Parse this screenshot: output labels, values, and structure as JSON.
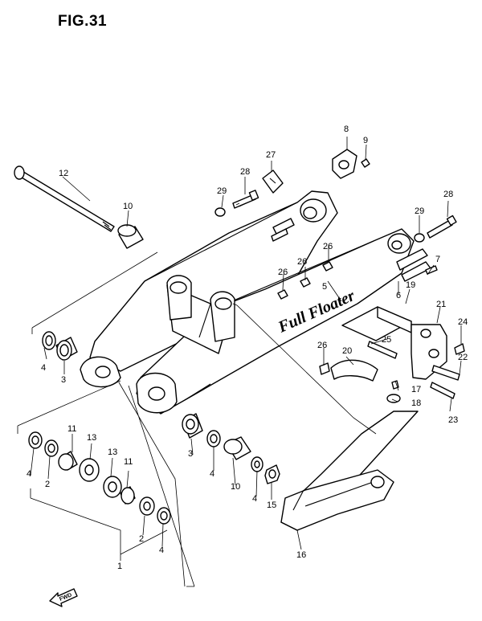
{
  "figure": {
    "title": "FIG.31",
    "fwd_label": "FWD",
    "logo_text": "Full Floater",
    "callouts": [
      {
        "id": "c12",
        "num": "12"
      },
      {
        "id": "c10a",
        "num": "10"
      },
      {
        "id": "c4a",
        "num": "4"
      },
      {
        "id": "c3a",
        "num": "3"
      },
      {
        "id": "c27",
        "num": "27"
      },
      {
        "id": "c28a",
        "num": "28"
      },
      {
        "id": "c29a",
        "num": "29"
      },
      {
        "id": "c8",
        "num": "8"
      },
      {
        "id": "c9",
        "num": "9"
      },
      {
        "id": "c28b",
        "num": "28"
      },
      {
        "id": "c29b",
        "num": "29"
      },
      {
        "id": "c7",
        "num": "7"
      },
      {
        "id": "c26a",
        "num": "26"
      },
      {
        "id": "c26b",
        "num": "26"
      },
      {
        "id": "c26c",
        "num": "26"
      },
      {
        "id": "c5",
        "num": "5"
      },
      {
        "id": "c6",
        "num": "6"
      },
      {
        "id": "c19",
        "num": "19"
      },
      {
        "id": "c21",
        "num": "21"
      },
      {
        "id": "c24",
        "num": "24"
      },
      {
        "id": "c25",
        "num": "25"
      },
      {
        "id": "c26d",
        "num": "26"
      },
      {
        "id": "c20",
        "num": "20"
      },
      {
        "id": "c22",
        "num": "22"
      },
      {
        "id": "c17",
        "num": "17"
      },
      {
        "id": "c18",
        "num": "18"
      },
      {
        "id": "c23",
        "num": "23"
      },
      {
        "id": "c11a",
        "num": "11"
      },
      {
        "id": "c13a",
        "num": "13"
      },
      {
        "id": "c4b",
        "num": "4"
      },
      {
        "id": "c2a",
        "num": "2"
      },
      {
        "id": "c13b",
        "num": "13"
      },
      {
        "id": "c11b",
        "num": "11"
      },
      {
        "id": "c3b",
        "num": "3"
      },
      {
        "id": "c4c",
        "num": "4"
      },
      {
        "id": "c10b",
        "num": "10"
      },
      {
        "id": "c4d",
        "num": "4"
      },
      {
        "id": "c15",
        "num": "15"
      },
      {
        "id": "c2b",
        "num": "2"
      },
      {
        "id": "c4e",
        "num": "4"
      },
      {
        "id": "c1",
        "num": "1"
      },
      {
        "id": "c16",
        "num": "16"
      }
    ]
  }
}
